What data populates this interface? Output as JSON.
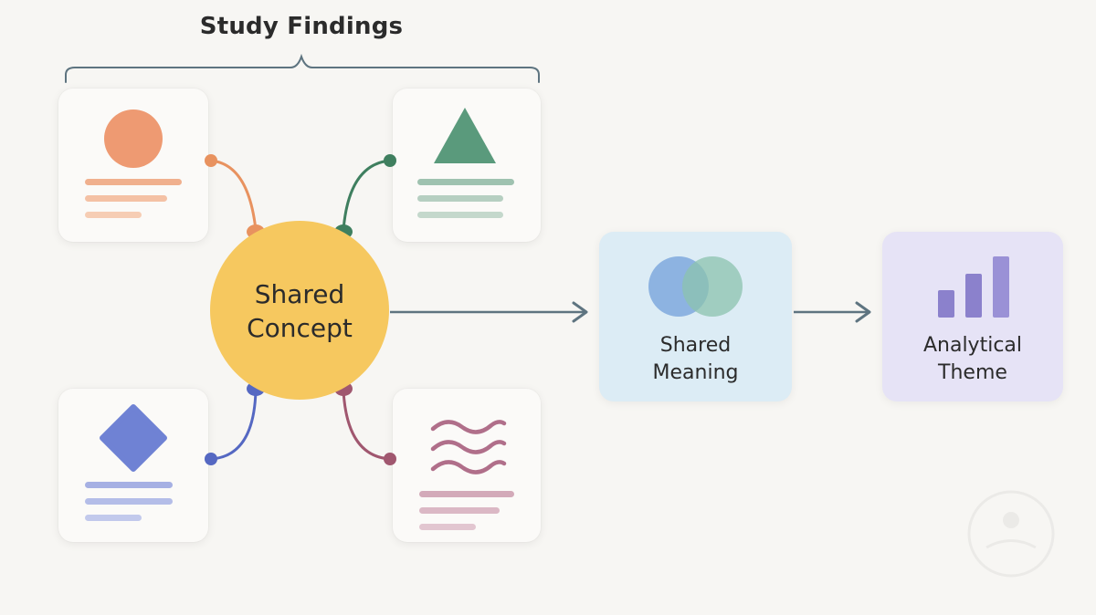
{
  "title": "Study Findings",
  "center_node": {
    "line1": "Shared",
    "line2": "Concept",
    "color": "#f6c85f"
  },
  "middle_box": {
    "line1": "Shared",
    "line2": "Meaning",
    "color": "#dcecf5"
  },
  "right_box": {
    "line1": "Analytical",
    "line2": "Theme",
    "color": "#e6e3f6"
  },
  "finding_cards": [
    {
      "shape": "circle-icon",
      "color": "#ee9a72"
    },
    {
      "shape": "triangle-icon",
      "color": "#5a9a7c"
    },
    {
      "shape": "diamond-icon",
      "color": "#6f82d4"
    },
    {
      "shape": "wave-icon",
      "color": "#b06f8a"
    }
  ],
  "icons": {
    "meaning": "venn-overlap-icon",
    "theme": "bar-chart-icon"
  },
  "arrow_color": "#5e7480"
}
